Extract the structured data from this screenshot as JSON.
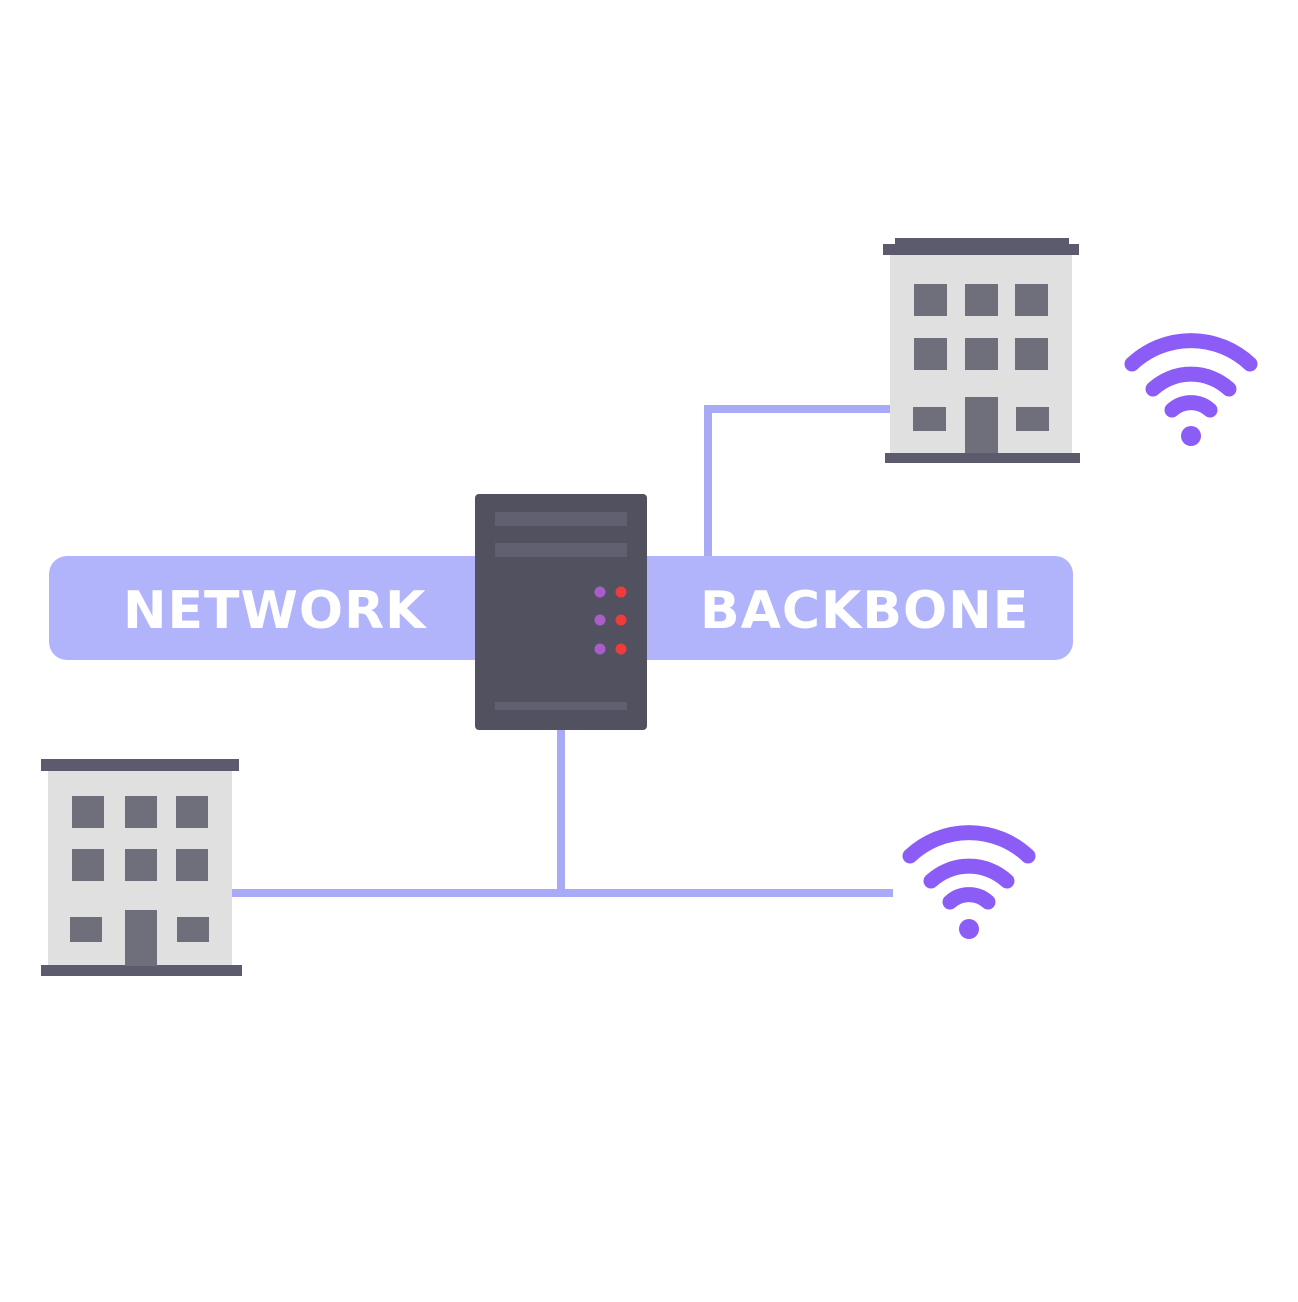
{
  "diagram": {
    "labels": {
      "left": "NETWORK",
      "right": "BACKBONE"
    },
    "colors": {
      "backbone_bar": "#b1b4fb",
      "link_line": "#a9aaf6",
      "server_body": "#525160",
      "server_accent": "#616070",
      "led_purple": "#a85dc8",
      "led_red": "#ee3b3b",
      "building_wall": "#e0e0e0",
      "building_trim": "#5c5b6d",
      "building_window": "#6f6e7b",
      "wifi": "#8b5cf6"
    },
    "nodes": [
      {
        "id": "server",
        "icon": "server-icon"
      },
      {
        "id": "building-top-right",
        "icon": "office-building-icon"
      },
      {
        "id": "building-bottom-left",
        "icon": "office-building-icon"
      },
      {
        "id": "wifi-top-right",
        "icon": "wifi-icon"
      },
      {
        "id": "wifi-bottom",
        "icon": "wifi-icon"
      }
    ]
  }
}
